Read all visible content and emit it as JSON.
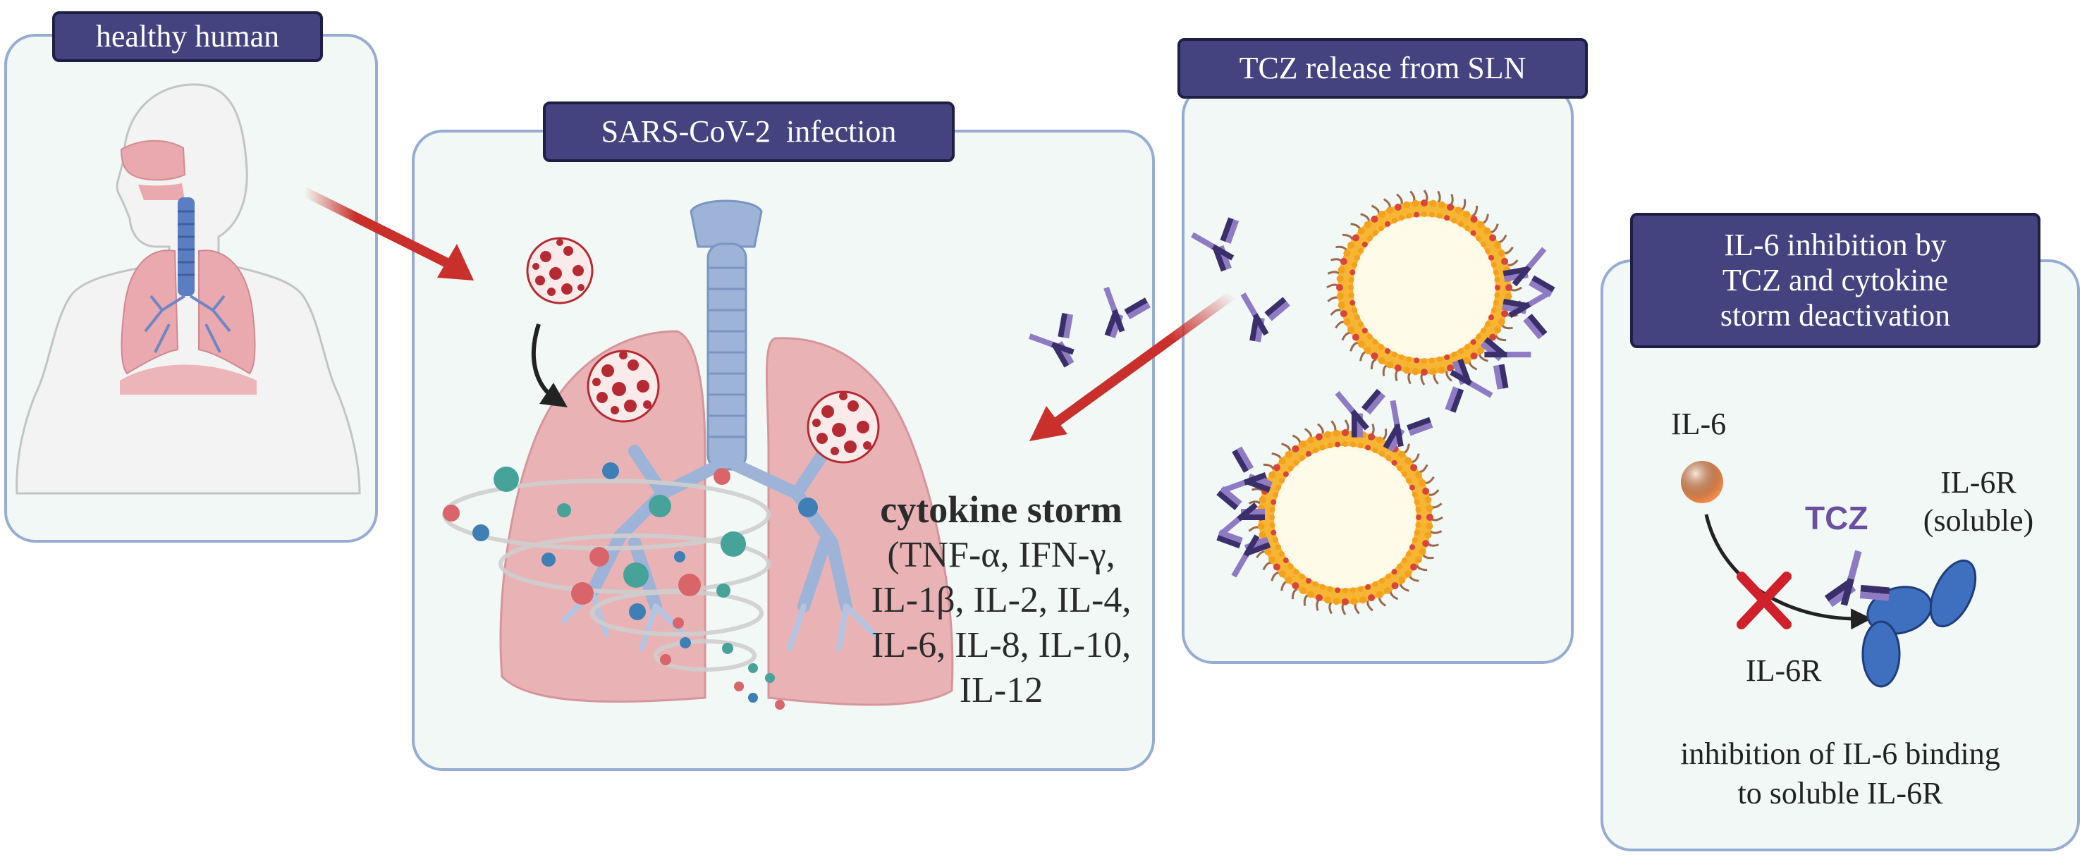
{
  "panels": {
    "healthy": {
      "title": "healthy human"
    },
    "infection": {
      "title": "SARS-CoV-2  infection",
      "storm_title": "cytokine storm",
      "storm_lines": [
        "(TNF-α, IFN-γ,",
        "IL-1β, IL-2, IL-4,",
        "IL-6, IL-8, IL-10,",
        "IL-12"
      ]
    },
    "release": {
      "title": "TCZ release from SLN"
    },
    "inhibition": {
      "title_lines": [
        "IL-6 inhibition by",
        "TCZ and cytokine",
        "storm deactivation"
      ],
      "il6": "IL-6",
      "tcz": "TCZ",
      "il6r_soluble": "IL-6R",
      "soluble": "(soluble)",
      "il6r": "IL-6R",
      "caption_lines": [
        "inhibition of IL-6 binding",
        "to soluble IL-6R"
      ]
    }
  },
  "colors": {
    "panel_fill": "#f1f8f6",
    "panel_border": "#97acd3",
    "header_fill": "#45437f",
    "arrow": "#c9302c",
    "tcz": "#6a4fa3",
    "il6": "#f08a4b",
    "receptor": "#3f6fbf",
    "lung": "#e9a9ae",
    "trachea": "#9db3d8",
    "virus": "#b52a33"
  },
  "icons": [
    "human-silhouette-icon",
    "lungs-icon",
    "virus-icon",
    "antibody-icon",
    "nanoparticle-icon",
    "receptor-icon",
    "inhibition-cross-icon"
  ]
}
